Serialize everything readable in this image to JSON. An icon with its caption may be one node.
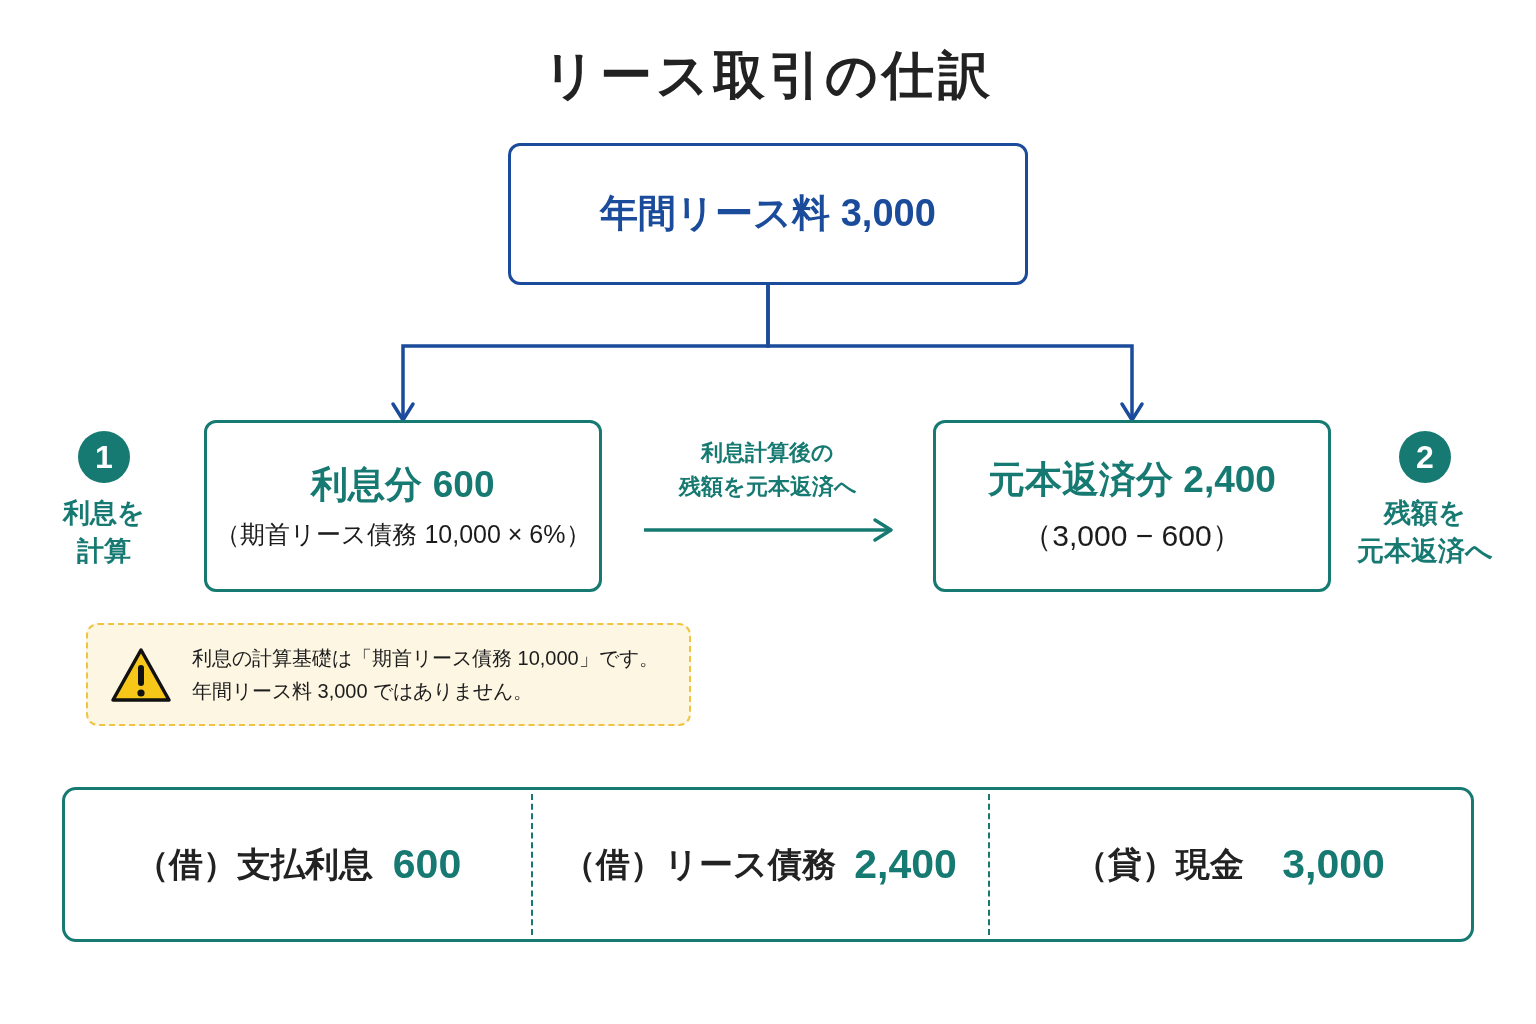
{
  "diagram": {
    "title": "リース取引の仕訳",
    "nodes": [
      {
        "text": [
          "年間リース料 3,000"
        ]
      },
      {
        "text": [
          "1"
        ],
        "beside": [
          "利息を計算"
        ]
      },
      {
        "text": [
          "利息分 600",
          "（期首リース債務 10,000 × 6%）"
        ]
      },
      {
        "text": [
          "元本返済分 2,400",
          "（3,000 − 600）"
        ]
      },
      {
        "text": [
          "2"
        ],
        "beside": [
          "残額を元本返済へ"
        ]
      },
      {
        "text": [
          "利息の計算基礎は「期首リース債務 10,000」です。年間リース料 3,000 ではありません。"
        ]
      },
      {
        "text": [
          "（借）支払利息",
          "600",
          "（借）リース債務",
          "2,400",
          "（貸）現金",
          "3,000"
        ]
      }
    ],
    "edges": [
      {
        "from": 0,
        "to": 2,
        "arrow": "to"
      },
      {
        "from": 0,
        "to": 3,
        "arrow": "to"
      },
      {
        "from": 2,
        "to": 3,
        "arrow": "to",
        "label": "利息計算後の残額を元本返済へ",
        "color": "#177a72"
      }
    ]
  }
}
